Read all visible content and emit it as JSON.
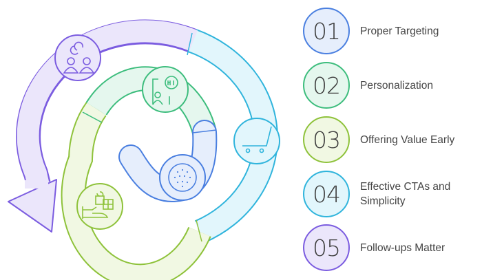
{
  "steps": [
    {
      "number": "01",
      "label": "Proper Targeting",
      "color": "#4a7fe0",
      "fill": "#e6eefc",
      "icon": "chat-bubble-dots-icon"
    },
    {
      "number": "02",
      "label": "Personalization",
      "color": "#3dbd7d",
      "fill": "#e5f7ee",
      "icon": "phone-chat-hi-icon"
    },
    {
      "number": "03",
      "label": "Offering Value Early",
      "color": "#8ec23a",
      "fill": "#f1f8e3",
      "icon": "hand-gift-bag-icon"
    },
    {
      "number": "04",
      "label": "Effective CTAs and Simplicity",
      "color": "#2fb4dc",
      "fill": "#e2f6fc",
      "icon": "shopping-cart-icon"
    },
    {
      "number": "05",
      "label": "Follow-ups Matter",
      "color": "#7b5ce0",
      "fill": "#ebe6fb",
      "icon": "people-cycle-icon"
    }
  ]
}
